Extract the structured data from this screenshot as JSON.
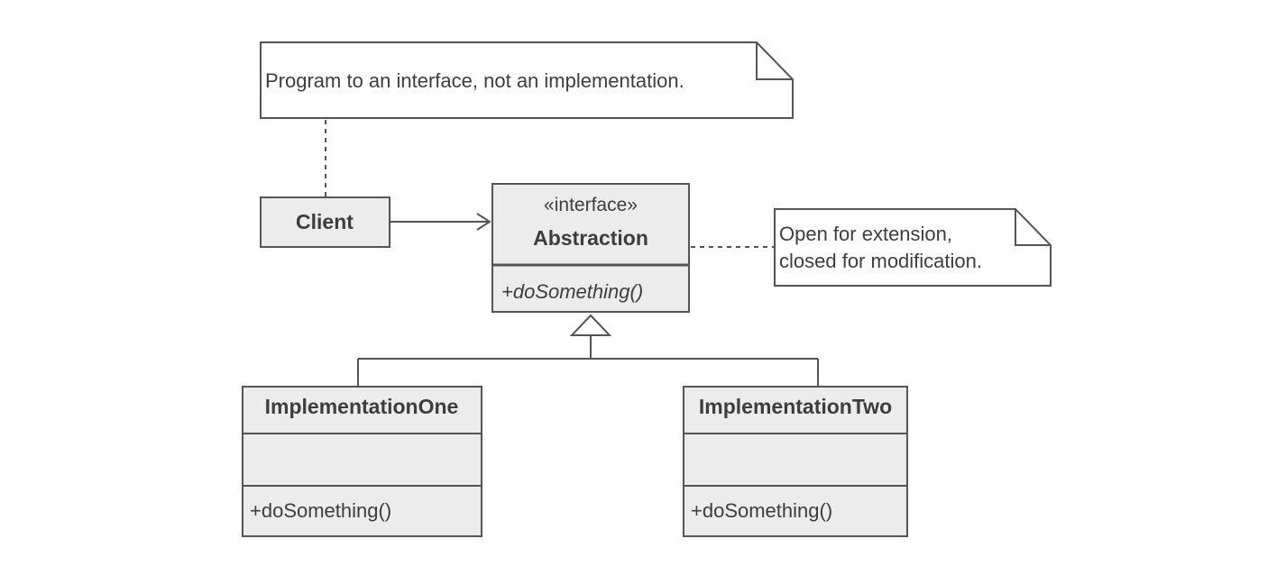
{
  "notes": {
    "top": "Program to an interface, not an implementation.",
    "right": {
      "line1": "Open for extension,",
      "line2": "closed for modification."
    }
  },
  "client": {
    "name": "Client"
  },
  "abstraction": {
    "stereotype": "«interface»",
    "name": "Abstraction",
    "method": "+doSomething()"
  },
  "implementation_one": {
    "name": "ImplementationOne",
    "method": "+doSomething()"
  },
  "implementation_two": {
    "name": "ImplementationTwo",
    "method": "+doSomething()"
  },
  "colors": {
    "box_fill": "#ececec",
    "stroke": "#555555",
    "text": "#3d3d3d",
    "note_fill": "#ffffff"
  }
}
